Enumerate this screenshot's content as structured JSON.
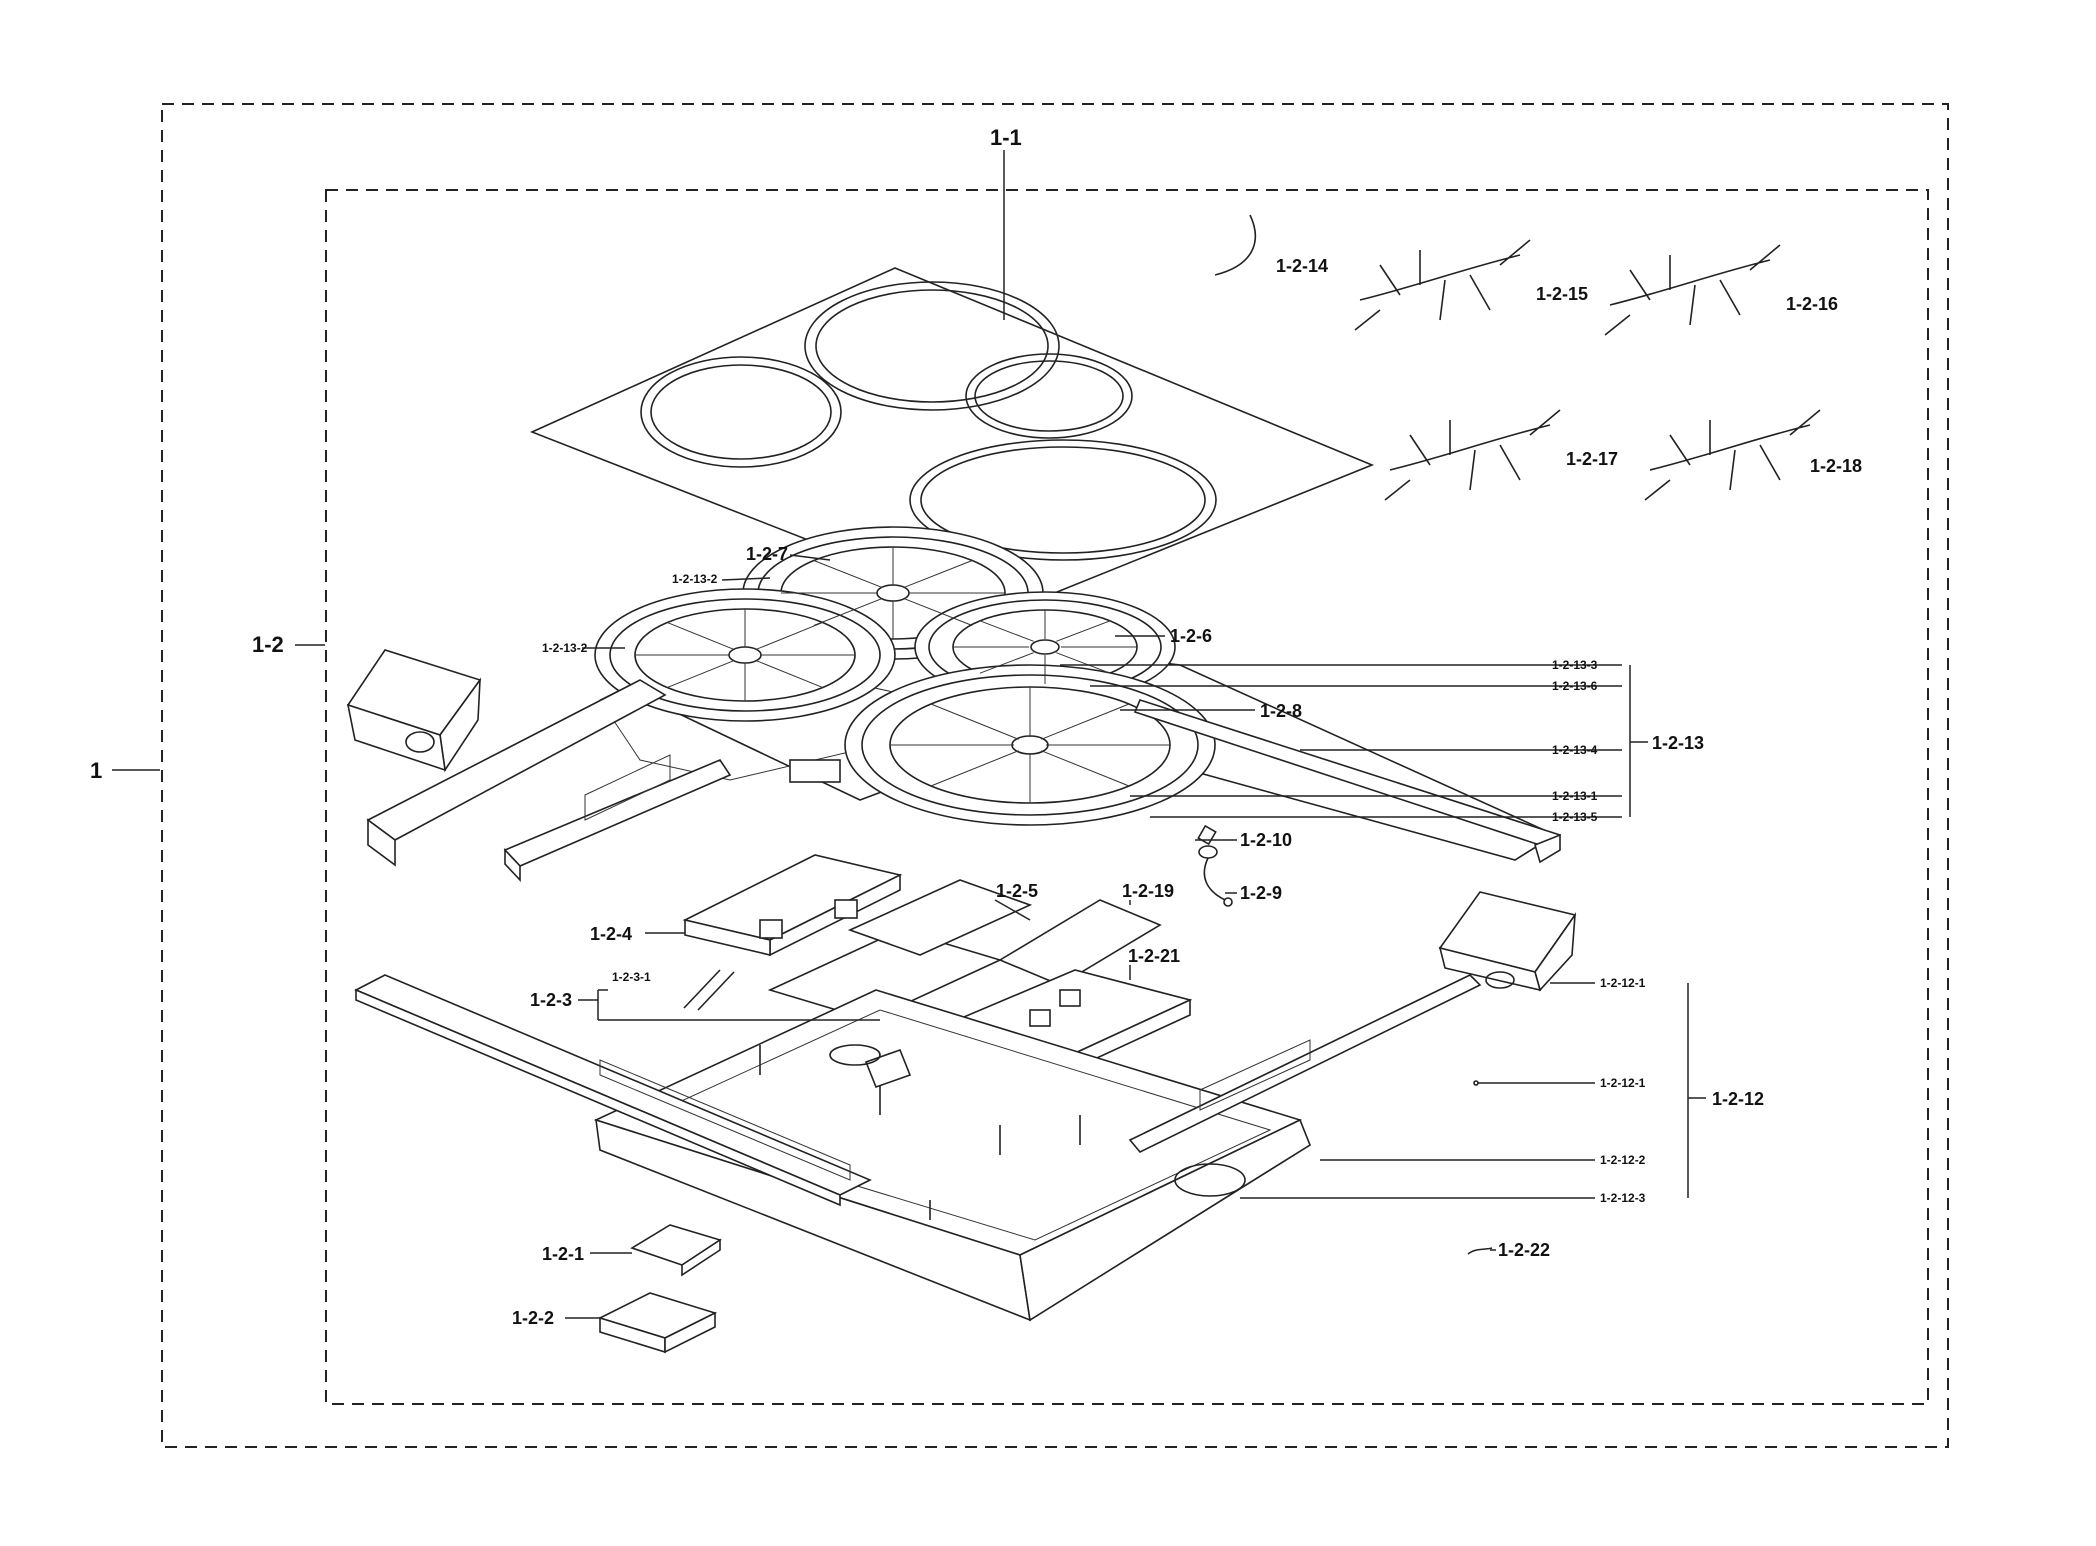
{
  "labels": {
    "l1": "1",
    "l1_1": "1-1",
    "l1_2": "1-2",
    "l1_2_1": "1-2-1",
    "l1_2_2": "1-2-2",
    "l1_2_3": "1-2-3",
    "l1_2_3_1": "1-2-3-1",
    "l1_2_4": "1-2-4",
    "l1_2_5": "1-2-5",
    "l1_2_6": "1-2-6",
    "l1_2_7": "1-2-7",
    "l1_2_8": "1-2-8",
    "l1_2_9": "1-2-9",
    "l1_2_10": "1-2-10",
    "l1_2_12": "1-2-12",
    "l1_2_12_1a": "1-2-12-1",
    "l1_2_12_1b": "1-2-12-1",
    "l1_2_12_2": "1-2-12-2",
    "l1_2_12_3": "1-2-12-3",
    "l1_2_13": "1-2-13",
    "l1_2_13_1": "1-2-13-1",
    "l1_2_13_2a": "1-2-13-2",
    "l1_2_13_2b": "1-2-13-2",
    "l1_2_13_3": "1-2-13-3",
    "l1_2_13_4": "1-2-13-4",
    "l1_2_13_5": "1-2-13-5",
    "l1_2_13_6": "1-2-13-6",
    "l1_2_14": "1-2-14",
    "l1_2_15": "1-2-15",
    "l1_2_16": "1-2-16",
    "l1_2_17": "1-2-17",
    "l1_2_18": "1-2-18",
    "l1_2_19": "1-2-19",
    "l1_2_21": "1-2-21",
    "l1_2_22": "1-2-22"
  }
}
